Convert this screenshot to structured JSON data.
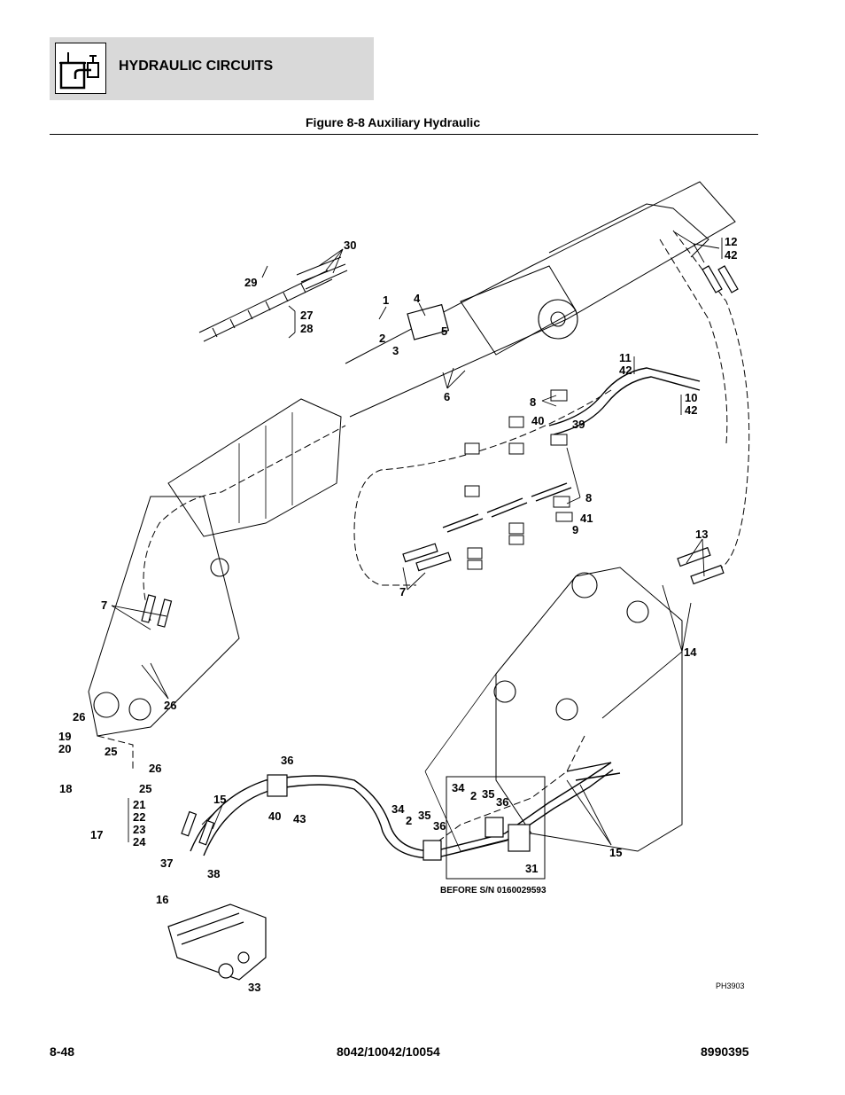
{
  "header": {
    "section_title": "HYDRAULIC CIRCUITS",
    "section_icon": "hydraulic-reservoir-icon"
  },
  "figure": {
    "title": "Figure 8-8 Auxiliary Hydraulic",
    "inset_caption": "BEFORE S/N 0160029593",
    "drawing_code": "PH3903",
    "callouts": [
      "1",
      "2",
      "3",
      "4",
      "5",
      "6",
      "7",
      "8",
      "9",
      "10",
      "11",
      "12",
      "13",
      "14",
      "15",
      "16",
      "17",
      "18",
      "19",
      "20",
      "21",
      "22",
      "23",
      "24",
      "25",
      "26",
      "27",
      "28",
      "29",
      "30",
      "31",
      "33",
      "34",
      "35",
      "36",
      "37",
      "38",
      "39",
      "40",
      "41",
      "42",
      "43"
    ]
  },
  "footer": {
    "page_number": "8-48",
    "models": "8042/10042/10054",
    "manual_number": "8990395"
  }
}
